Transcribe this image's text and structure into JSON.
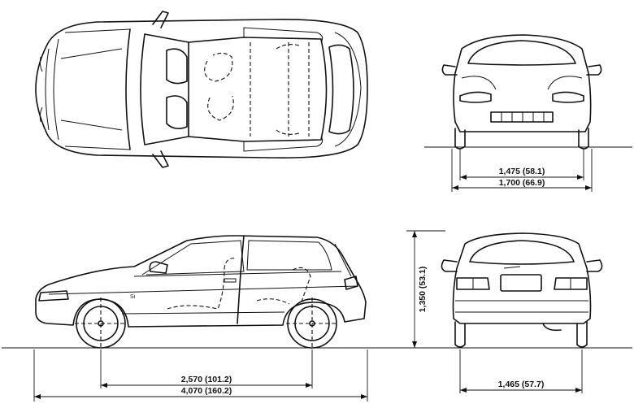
{
  "dimensions": {
    "front_track": "1,475 (58.1)",
    "overall_width": "1,700 (66.9)",
    "overall_height": "1,350 (53.1)",
    "wheelbase": "2,570 (101.2)",
    "overall_length": "4,070 (160.2)",
    "rear_track": "1,465 (57.7)"
  },
  "badge": "Si"
}
